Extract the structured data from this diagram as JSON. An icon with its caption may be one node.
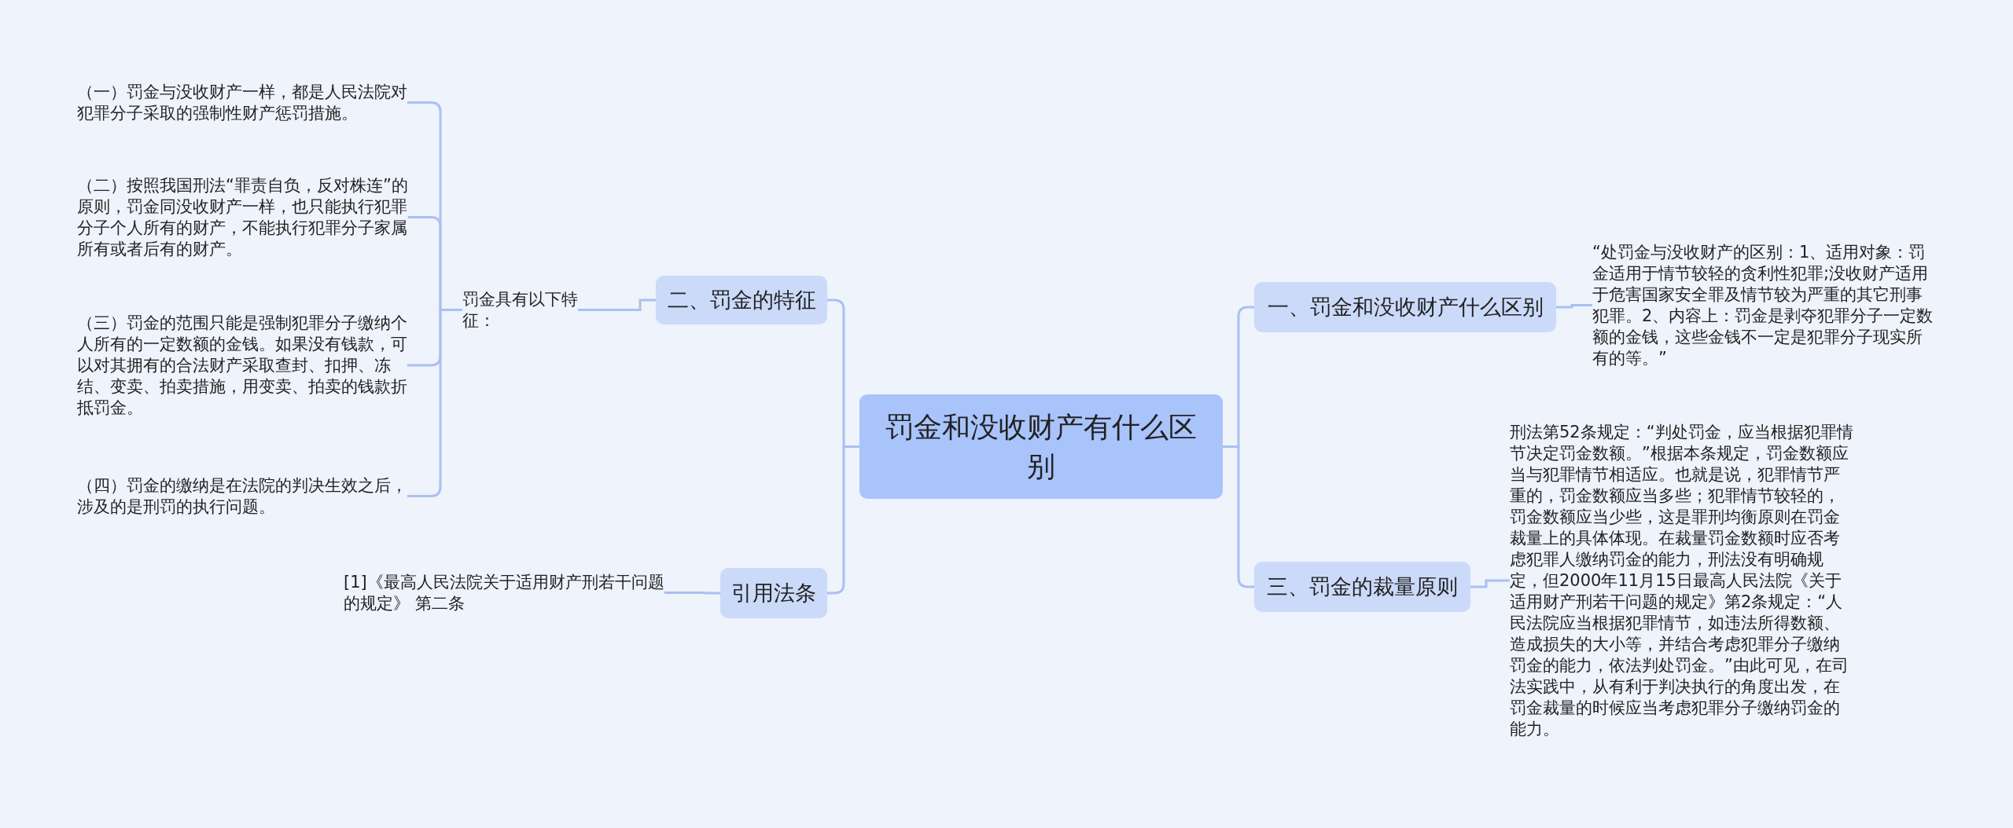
{
  "diagram": {
    "nodes": [
      {
        "text": [
          "罚金和没收财产有什么区别"
        ]
      },
      {
        "text": [
          "一、罚金和没收财产什么区别"
        ]
      },
      {
        "text": [
          "“处罚金与没收财产的区别：1、适用对象：罚金适用于情节较轻的贪利性犯罪;没收财产适用于危害国家安全罪及情节较为严重的其它刑事犯罪。2、内容上：罚金是剥夺犯罪分子一定数额的金钱，这些金钱不一定是犯罪分子现实所有的等。”"
        ]
      },
      {
        "text": [
          "三、罚金的裁量原则"
        ]
      },
      {
        "text": [
          "刑法第52条规定：“判处罚金，应当根据犯罪情节决定罚金数额。”根据本条规定，罚金数额应当与犯罪情节相适应。也就是说，犯罪情节严重的，罚金数额应当多些；犯罪情节较轻的，罚金数额应当少些，这是罪刑均衡原则在罚金裁量上的具体体现。在裁量罚金数额时应否考虑犯罪人缴纳罚金的能力，刑法没有明确规定，但2000年11月15日最高人民法院《关于适用财产刑若干问题的规定》第2条规定：“人民法院应当根据犯罪情节，如违法所得数额、造成损失的大小等，并结合考虑犯罪分子缴纳罚金的能力，依法判处罚金。”由此可见，在司法实践中，从有利于判决执行的角度出发，在罚金裁量的时候应当考虑犯罪分子缴纳罚金的能力。"
        ]
      },
      {
        "text": [
          "二、罚金的特征"
        ]
      },
      {
        "text": [
          "罚金具有以下特征："
        ]
      },
      {
        "text": [
          "（一）罚金与没收财产一样，都是人民法院对犯罪分子采取的强制性财产惩罚措施。"
        ]
      },
      {
        "text": [
          "（二）按照我国刑法“罪责自负，反对株连”的原则，罚金同没收财产一样，也只能执行犯罪分子个人所有的财产，不能执行犯罪分子家属所有或者后有的财产。"
        ]
      },
      {
        "text": [
          "（三）罚金的范围只能是强制犯罪分子缴纳个人所有的一定数额的金钱。如果没有钱款，可以对其拥有的合法财产采取查封、扣押、冻结、变卖、拍卖措施，用变卖、拍卖的钱款折抵罚金。"
        ]
      },
      {
        "text": [
          "（四）罚金的缴纳是在法院的判决生效之后，涉及的是刑罚的执行问题。"
        ]
      },
      {
        "text": [
          "引用法条"
        ]
      },
      {
        "text": [
          "[1]《最高人民法院关于适用财产刑若干问题的规定》 第二条"
        ]
      }
    ],
    "edges": [
      {
        "from": 0,
        "to": 1,
        "arrow": "none"
      },
      {
        "from": 1,
        "to": 2,
        "arrow": "none"
      },
      {
        "from": 0,
        "to": 3,
        "arrow": "none"
      },
      {
        "from": 3,
        "to": 4,
        "arrow": "none"
      },
      {
        "from": 0,
        "to": 5,
        "arrow": "none"
      },
      {
        "from": 5,
        "to": 6,
        "arrow": "none"
      },
      {
        "from": 6,
        "to": 7,
        "arrow": "none"
      },
      {
        "from": 6,
        "to": 8,
        "arrow": "none"
      },
      {
        "from": 6,
        "to": 9,
        "arrow": "none"
      },
      {
        "from": 6,
        "to": 10,
        "arrow": "none"
      },
      {
        "from": 0,
        "to": 11,
        "arrow": "none"
      },
      {
        "from": 11,
        "to": 12,
        "arrow": "none"
      }
    ]
  }
}
